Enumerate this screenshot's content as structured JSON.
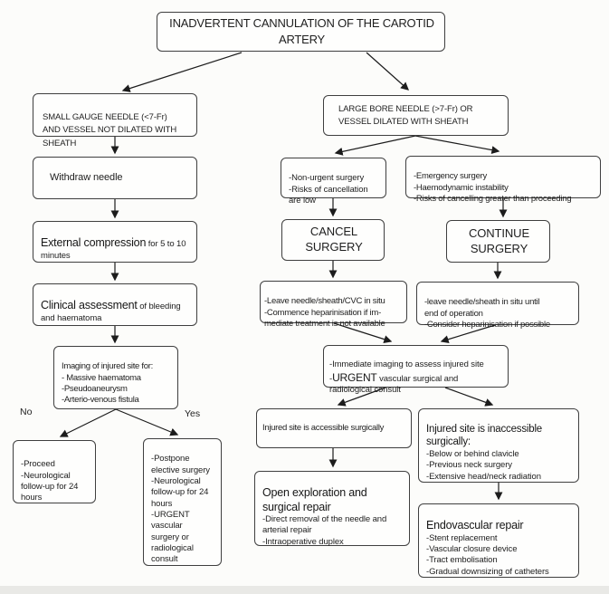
{
  "title": "INADVERTENT CANNULATION OF THE CAROTID ARTERY",
  "branch_labels": {
    "no": "No",
    "yes": "Yes"
  },
  "colors": {
    "line": "#1c1c1c",
    "border": "#3f3f3f",
    "text": "#1e1e1e",
    "background": "#fcfcfa"
  },
  "boxes": {
    "small_gauge": {
      "text": "SMALL GAUGE NEEDLE (<7-Fr)\nAND VESSEL NOT DILATED WITH\nSHEATH"
    },
    "withdraw": {
      "text": "Withdraw needle"
    },
    "compression": {
      "lead": "External compression",
      "rest": " for 5 to 10 minutes"
    },
    "clinical": {
      "lead": "Clinical assessment",
      "rest": " of bleeding and haematoma"
    },
    "imaging": {
      "text": "Imaging of injured site for:\n- Massive haematoma\n-Pseudoaneurysm\n-Arterio-venous fistula"
    },
    "proceed": {
      "text": "-Proceed\n-Neurological\nfollow-up for 24\nhours"
    },
    "postpone": {
      "text": "-Postpone\nelective surgery\n-Neurological\nfollow-up for 24\nhours\n-URGENT\nvascular\nsurgery or\nradiological\nconsult"
    },
    "large_bore": {
      "text": "LARGE BORE NEEDLE (>7-Fr) OR\nVESSEL DILATED WITH SHEATH"
    },
    "non_urgent": {
      "text": "-Non-urgent surgery\n-Risks of cancellation\nare low"
    },
    "emergency": {
      "text": "-Emergency surgery\n-Haemodynamic instability\n-Risks of cancelling greater than proceeding"
    },
    "cancel": {
      "text": "CANCEL SURGERY"
    },
    "continue": {
      "text": "CONTINUE\nSURGERY"
    },
    "leave_cvc": {
      "text": "-Leave needle/sheath/CVC in situ\n-Commence heparinisation if im-\nmediate treatment is not available"
    },
    "leave_situ": {
      "text": "-leave needle/sheath in situ until\nend of operation\n-Consider heparinisation if possible"
    },
    "immediate": {
      "pre": "-Immediate imaging to assess injured site\n-",
      "lead": "URGENT",
      "rest": " vascular surgical and\nradiological consult"
    },
    "accessible": {
      "text": "Injured site is accessible surgically"
    },
    "inaccessible": {
      "lead": "Injured site is inaccessible\nsurgically:",
      "rest": "\n-Below or behind clavicle\n-Previous neck surgery\n-Extensive head/neck radiation"
    },
    "open_repair": {
      "lead": "Open exploration and\nsurgical repair",
      "rest": "\n-Direct removal of the needle and\narterial repair\n-Intraoperative duplex"
    },
    "endovascular": {
      "lead": "Endovascular repair",
      "rest": "\n-Stent replacement\n-Vascular closure device\n-Tract embolisation\n-Gradual downsizing of catheters"
    }
  }
}
